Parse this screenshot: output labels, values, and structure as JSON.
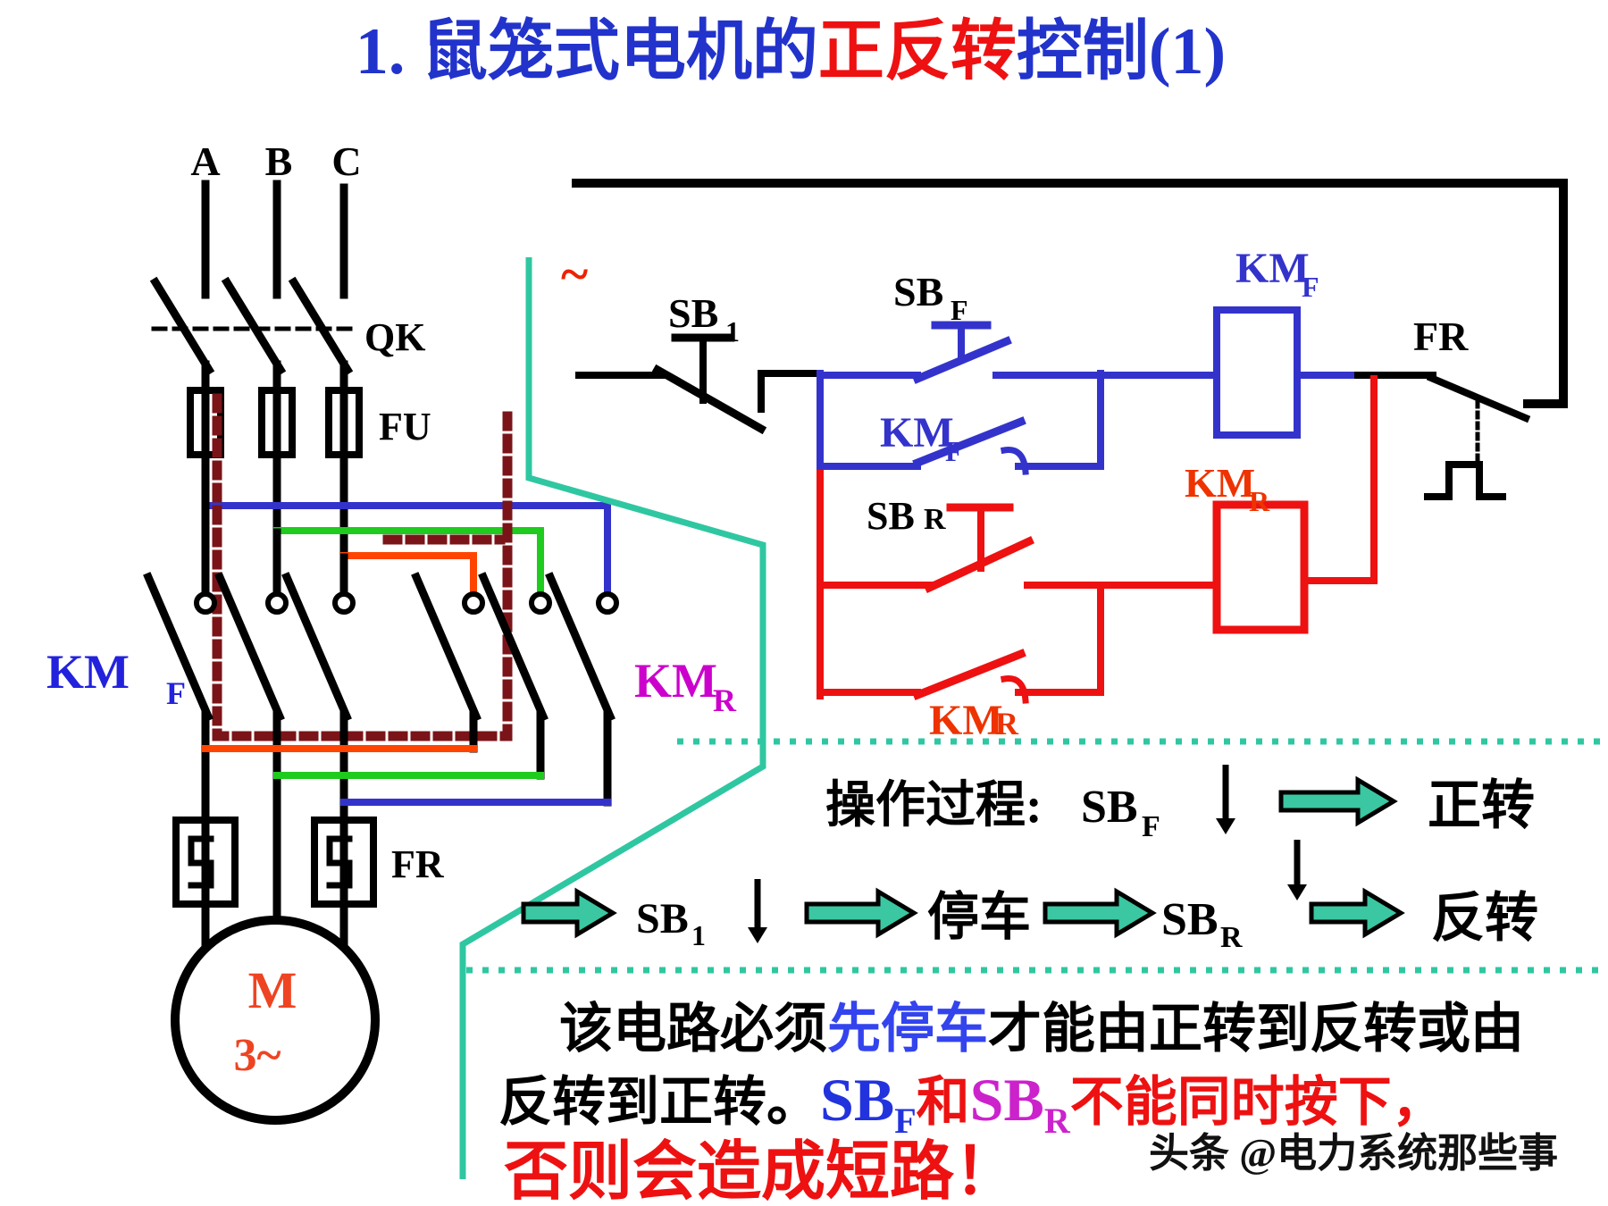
{
  "colors": {
    "title_blue": "#2233cc",
    "title_red": "#ee1111",
    "wire_black": "#000000",
    "wire_blue": "#3333cc",
    "wire_green": "#1ecb1e",
    "wire_orange": "#ff4400",
    "wire_red": "#ee1111",
    "dotted_darkred": "#7b1418",
    "teal": "#2fc7a1",
    "magenta": "#cc00cc",
    "kmr_orange_red": "#ee3300",
    "motor_red": "#ee4422"
  },
  "title": {
    "part1": "1. 鼠笼式电机的",
    "part2": "正反转",
    "part3": "控制(1)"
  },
  "power": {
    "phases": [
      "A",
      "B",
      "C"
    ],
    "switch_label": "QK",
    "fuse_label": "FU",
    "kmf": {
      "main": "KM",
      "sub": "F"
    },
    "kmr": {
      "main": "KM",
      "sub": "R"
    },
    "thermal_label": "FR",
    "motor": {
      "line1": "M",
      "line2": "3~"
    }
  },
  "control": {
    "ac_symbol": "~",
    "sb1": {
      "main": "SB",
      "sub": "1"
    },
    "sbf": {
      "main": "SB",
      "sub": "F"
    },
    "kmf_coil": {
      "main": "KM",
      "sub": "F"
    },
    "kmf_aux": {
      "main": "KM",
      "sub": "F"
    },
    "sbr": {
      "main": "SB",
      "sub": "R"
    },
    "kmr_coil": {
      "main": "KM",
      "sub": "R"
    },
    "kmr_aux": {
      "main": "KM",
      "sub": "R"
    },
    "fr": "FR"
  },
  "process": {
    "label": "操作过程:",
    "sbf": {
      "main": "SB",
      "sub": "F"
    },
    "forward": "正转",
    "sb1": {
      "main": "SB",
      "sub": "1"
    },
    "stop": "停车",
    "sbr": {
      "main": "SB",
      "sub": "R"
    },
    "reverse": "反转"
  },
  "note": {
    "l1a": "该电路必须",
    "l1b": "先停车",
    "l1c": "才能由正转到反转或由",
    "l2a": "反转到正转。",
    "l2_sbf": {
      "main": "SB",
      "sub": "F"
    },
    "l2_and": "和",
    "l2_sbr": {
      "main": "SB",
      "sub": "R"
    },
    "l2b": "不能同时按下，",
    "l3": "否则会造成短路！"
  },
  "watermark": "头条 @电力系统那些事"
}
